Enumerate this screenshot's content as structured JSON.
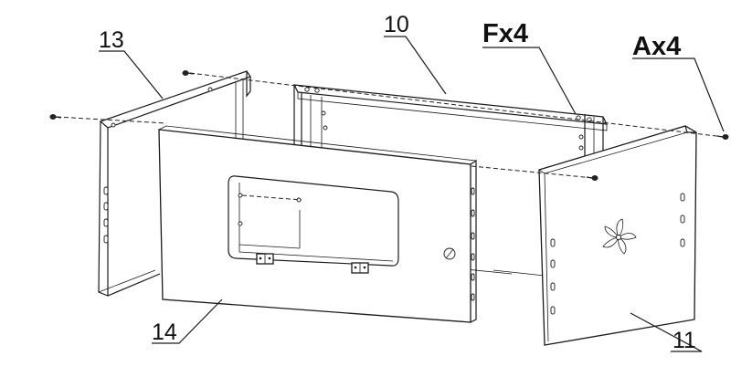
{
  "diagram": {
    "part_labels": {
      "part_13": "13",
      "part_10": "10",
      "part_14": "14",
      "part_11": "11"
    },
    "hardware_labels": {
      "screw_f": "Fx4",
      "screw_a": "Ax4"
    }
  }
}
